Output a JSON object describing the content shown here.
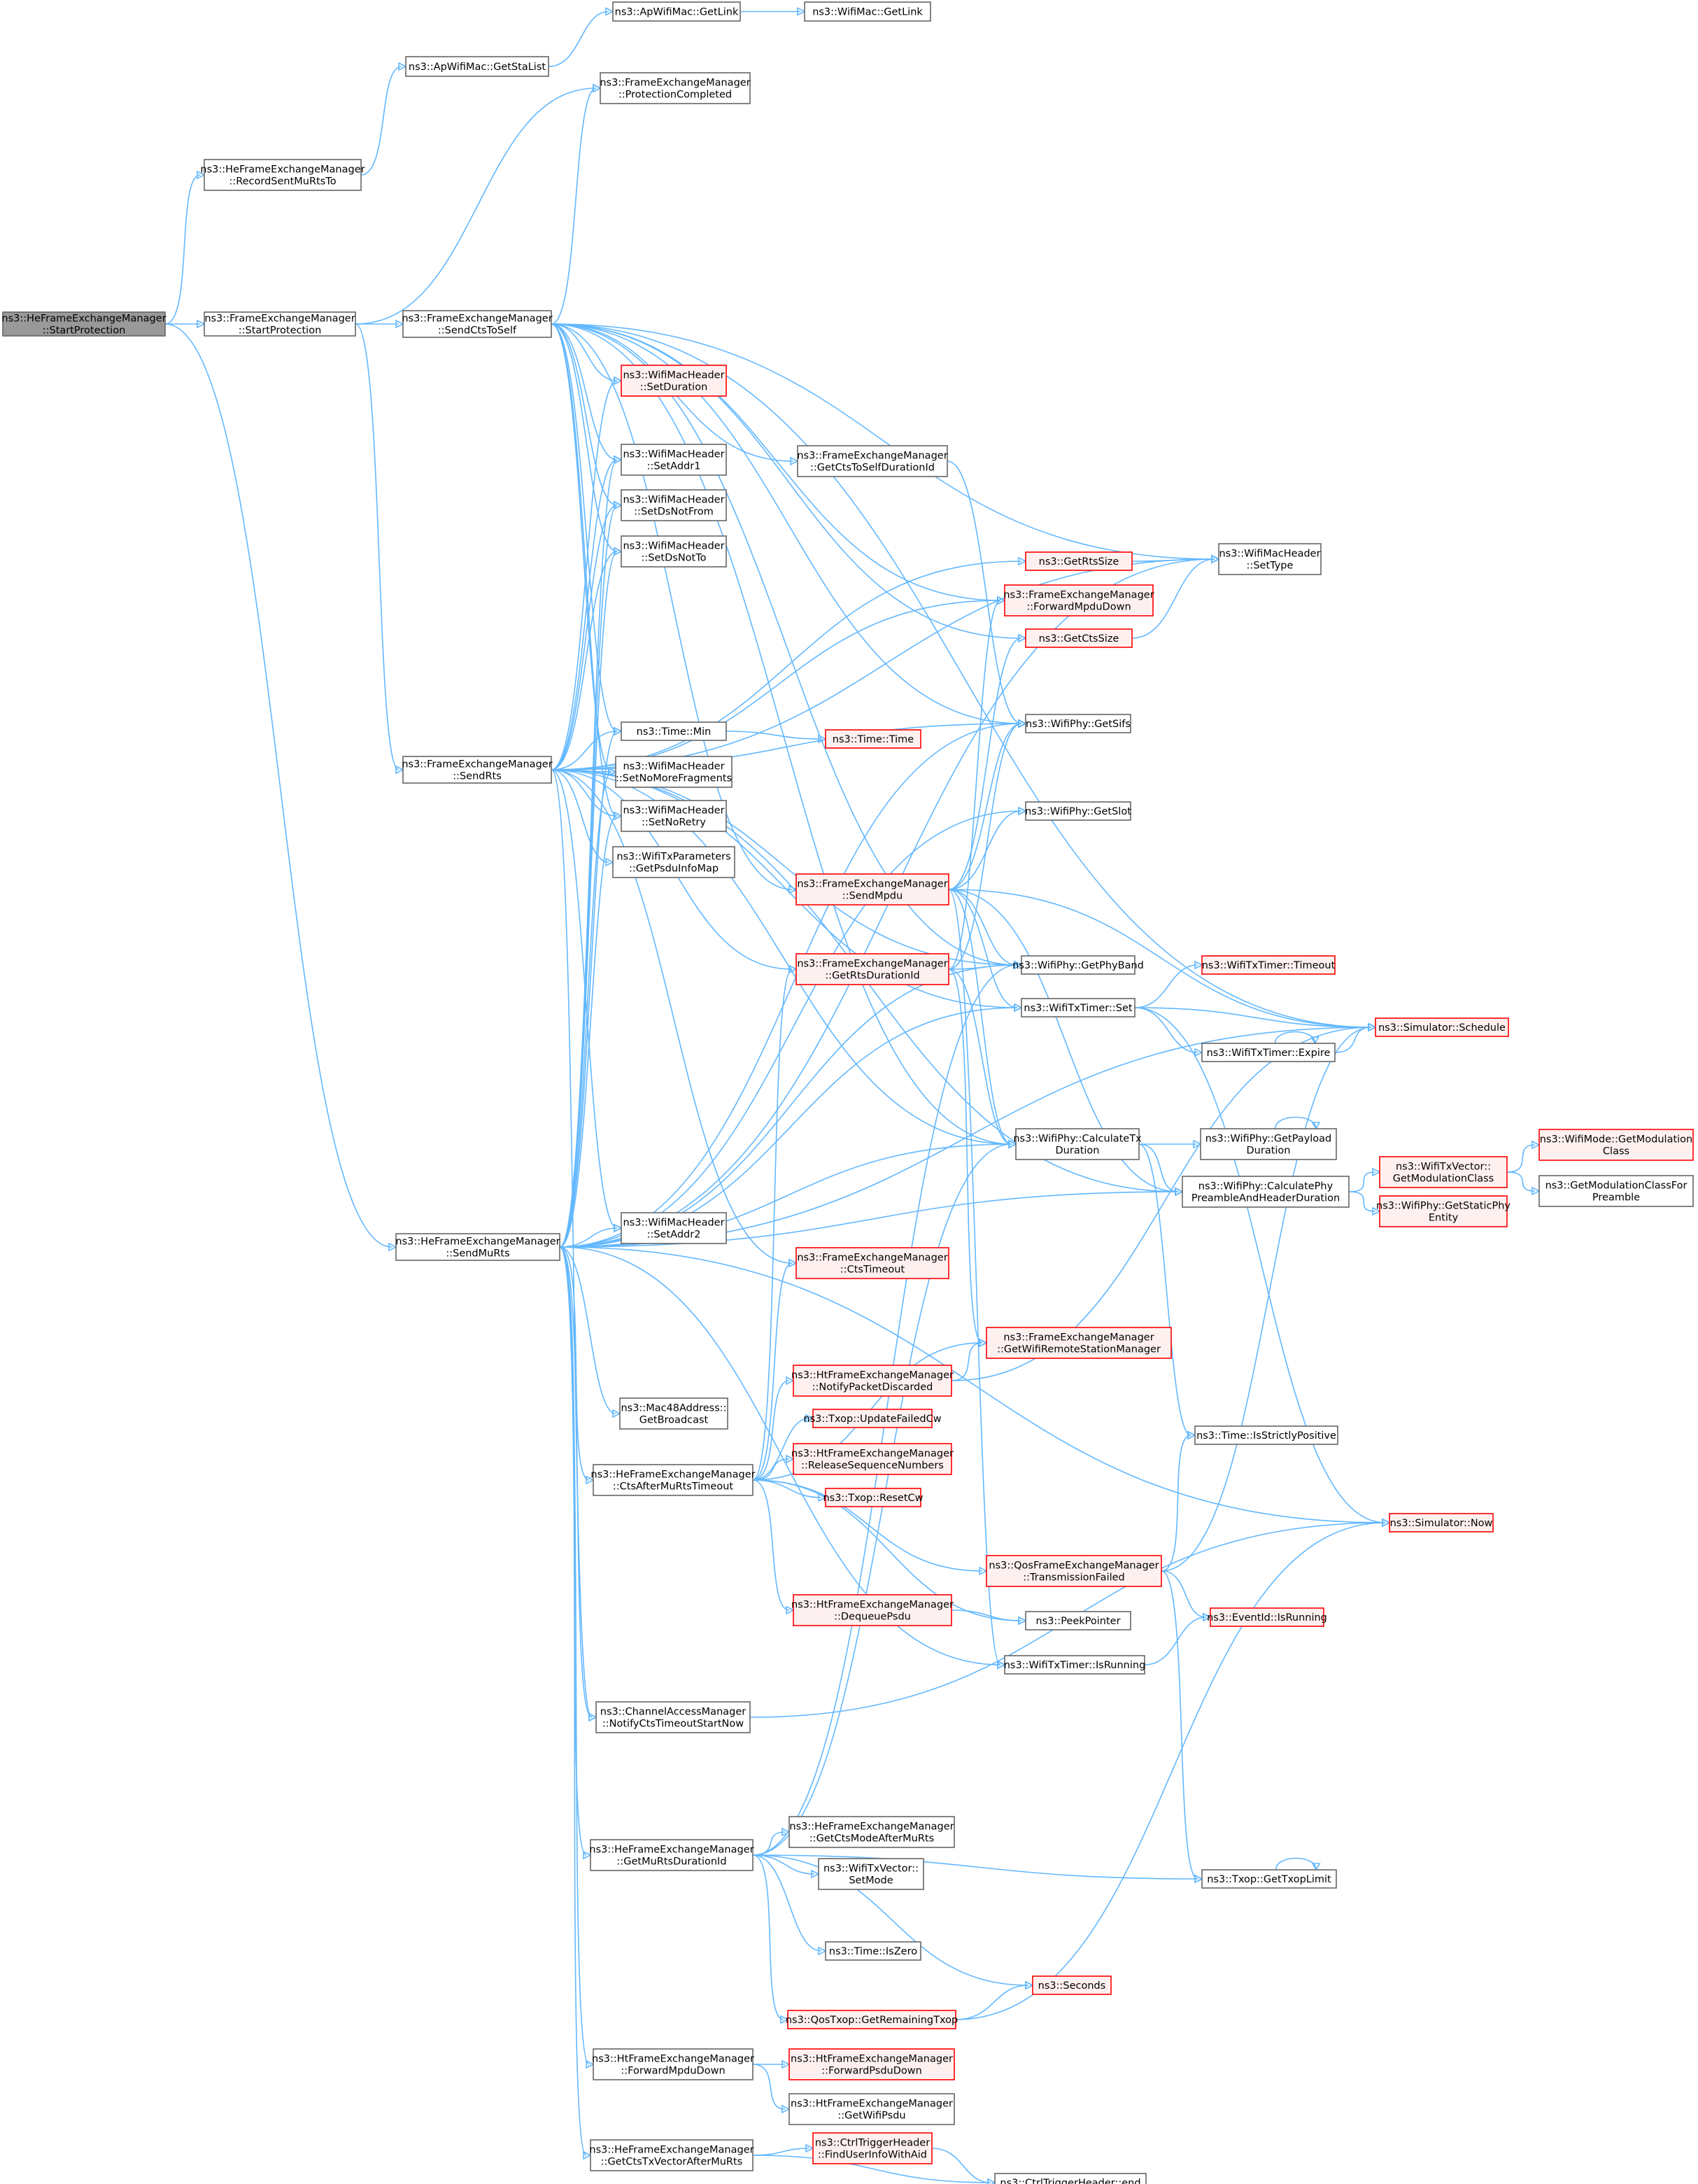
{
  "colors": {
    "edge": "#63b8ff",
    "node_border": "#666666",
    "node_fill": "#ffffff",
    "red_border": "#ff0000",
    "red_fill": "#fff0f0",
    "root_fill": "#999999",
    "root_border": "#666666"
  },
  "nodes": [
    {
      "id": "root",
      "lines": [
        "ns3::HeFrameExchangeManager",
        "::StartProtection"
      ],
      "style": "root"
    },
    {
      "id": "recordSent",
      "lines": [
        "ns3::HeFrameExchangeManager",
        "::RecordSentMuRtsTo"
      ],
      "style": "normal"
    },
    {
      "id": "getStaList",
      "lines": [
        "ns3::ApWifiMac::GetStaList"
      ],
      "style": "normal"
    },
    {
      "id": "apGetLink",
      "lines": [
        "ns3::ApWifiMac::GetLink"
      ],
      "style": "normal"
    },
    {
      "id": "wifiGetLink",
      "lines": [
        "ns3::WifiMac::GetLink"
      ],
      "style": "normal"
    },
    {
      "id": "femStartProt",
      "lines": [
        "ns3::FrameExchangeManager",
        "::StartProtection"
      ],
      "style": "normal"
    },
    {
      "id": "protCompleted",
      "lines": [
        "ns3::FrameExchangeManager",
        "::ProtectionCompleted"
      ],
      "style": "normal"
    },
    {
      "id": "sendCtsToSelf",
      "lines": [
        "ns3::FrameExchangeManager",
        "::SendCtsToSelf"
      ],
      "style": "normal"
    },
    {
      "id": "setDuration",
      "lines": [
        "ns3::WifiMacHeader",
        "::SetDuration"
      ],
      "style": "red"
    },
    {
      "id": "setAddr1",
      "lines": [
        "ns3::WifiMacHeader",
        "::SetAddr1"
      ],
      "style": "normal"
    },
    {
      "id": "setDsNotFrom",
      "lines": [
        "ns3::WifiMacHeader",
        "::SetDsNotFrom"
      ],
      "style": "normal"
    },
    {
      "id": "setDsNotTo",
      "lines": [
        "ns3::WifiMacHeader",
        "::SetDsNotTo"
      ],
      "style": "normal"
    },
    {
      "id": "getCtsToSelfDur",
      "lines": [
        "ns3::FrameExchangeManager",
        "::GetCtsToSelfDurationId"
      ],
      "style": "normal"
    },
    {
      "id": "getRtsSize",
      "lines": [
        "ns3::GetRtsSize"
      ],
      "style": "red"
    },
    {
      "id": "setType",
      "lines": [
        "ns3::WifiMacHeader",
        "::SetType"
      ],
      "style": "normal"
    },
    {
      "id": "fwdMpduDown",
      "lines": [
        "ns3::FrameExchangeManager",
        "::ForwardMpduDown"
      ],
      "style": "red"
    },
    {
      "id": "getCtsSize",
      "lines": [
        "ns3::GetCtsSize"
      ],
      "style": "red"
    },
    {
      "id": "sendRts",
      "lines": [
        "ns3::FrameExchangeManager",
        "::SendRts"
      ],
      "style": "normal"
    },
    {
      "id": "timeMin",
      "lines": [
        "ns3::Time::Min"
      ],
      "style": "normal"
    },
    {
      "id": "timeTime",
      "lines": [
        "ns3::Time::Time"
      ],
      "style": "red"
    },
    {
      "id": "getSifs",
      "lines": [
        "ns3::WifiPhy::GetSifs"
      ],
      "style": "normal"
    },
    {
      "id": "setNoMoreFrag",
      "lines": [
        "ns3::WifiMacHeader",
        "::SetNoMoreFragments"
      ],
      "style": "normal"
    },
    {
      "id": "getSlot",
      "lines": [
        "ns3::WifiPhy::GetSlot"
      ],
      "style": "normal"
    },
    {
      "id": "setNoRetry",
      "lines": [
        "ns3::WifiMacHeader",
        "::SetNoRetry"
      ],
      "style": "normal"
    },
    {
      "id": "getPsduInfoMap",
      "lines": [
        "ns3::WifiTxParameters",
        "::GetPsduInfoMap"
      ],
      "style": "normal"
    },
    {
      "id": "sendMpdu",
      "lines": [
        "ns3::FrameExchangeManager",
        "::SendMpdu"
      ],
      "style": "red"
    },
    {
      "id": "getRtsDurId",
      "lines": [
        "ns3::FrameExchangeManager",
        "::GetRtsDurationId"
      ],
      "style": "red"
    },
    {
      "id": "getPhyBand",
      "lines": [
        "ns3::WifiPhy::GetPhyBand"
      ],
      "style": "normal"
    },
    {
      "id": "timerTimeout",
      "lines": [
        "ns3::WifiTxTimer::Timeout"
      ],
      "style": "red"
    },
    {
      "id": "timerSet",
      "lines": [
        "ns3::WifiTxTimer::Set"
      ],
      "style": "normal"
    },
    {
      "id": "simSchedule",
      "lines": [
        "ns3::Simulator::Schedule"
      ],
      "style": "red"
    },
    {
      "id": "timerExpire",
      "lines": [
        "ns3::WifiTxTimer::Expire"
      ],
      "style": "normal"
    },
    {
      "id": "calcTxDur",
      "lines": [
        "ns3::WifiPhy::CalculateTx",
        "Duration"
      ],
      "style": "normal"
    },
    {
      "id": "getPayloadDur",
      "lines": [
        "ns3::WifiPhy::GetPayload",
        "Duration"
      ],
      "style": "normal"
    },
    {
      "id": "getModClassTxv",
      "lines": [
        "ns3::WifiTxVector::",
        "GetModulationClass"
      ],
      "style": "red"
    },
    {
      "id": "getModClassMode",
      "lines": [
        "ns3::WifiMode::GetModulation",
        "Class"
      ],
      "style": "red"
    },
    {
      "id": "getModClassForPre",
      "lines": [
        "ns3::GetModulationClassFor",
        "Preamble"
      ],
      "style": "normal"
    },
    {
      "id": "calcPhyPre",
      "lines": [
        "ns3::WifiPhy::CalculatePhy",
        "PreambleAndHeaderDuration"
      ],
      "style": "normal"
    },
    {
      "id": "getStaticPhy",
      "lines": [
        "ns3::WifiPhy::GetStaticPhy",
        "Entity"
      ],
      "style": "red"
    },
    {
      "id": "sendMuRts",
      "lines": [
        "ns3::HeFrameExchangeManager",
        "::SendMuRts"
      ],
      "style": "normal"
    },
    {
      "id": "setAddr2",
      "lines": [
        "ns3::WifiMacHeader",
        "::SetAddr2"
      ],
      "style": "normal"
    },
    {
      "id": "ctsTimeout",
      "lines": [
        "ns3::FrameExchangeManager",
        "::CtsTimeout"
      ],
      "style": "red"
    },
    {
      "id": "getWifiRSM",
      "lines": [
        "ns3::FrameExchangeManager",
        "::GetWifiRemoteStationManager"
      ],
      "style": "red"
    },
    {
      "id": "mac48Broadcast",
      "lines": [
        "ns3::Mac48Address::",
        "GetBroadcast"
      ],
      "style": "normal"
    },
    {
      "id": "htNotifyDiscard",
      "lines": [
        "ns3::HtFrameExchangeManager",
        "::NotifyPacketDiscarded"
      ],
      "style": "red"
    },
    {
      "id": "updFailedCw",
      "lines": [
        "ns3::Txop::UpdateFailedCw"
      ],
      "style": "red"
    },
    {
      "id": "isStrictlyPos",
      "lines": [
        "ns3::Time::IsStrictlyPositive"
      ],
      "style": "normal"
    },
    {
      "id": "ctsAfterMuRts",
      "lines": [
        "ns3::HeFrameExchangeManager",
        "::CtsAfterMuRtsTimeout"
      ],
      "style": "normal"
    },
    {
      "id": "htReleaseSeq",
      "lines": [
        "ns3::HtFrameExchangeManager",
        "::ReleaseSequenceNumbers"
      ],
      "style": "red"
    },
    {
      "id": "resetCw",
      "lines": [
        "ns3::Txop::ResetCw"
      ],
      "style": "red"
    },
    {
      "id": "simNow",
      "lines": [
        "ns3::Simulator::Now"
      ],
      "style": "red"
    },
    {
      "id": "qosTxFailed",
      "lines": [
        "ns3::QosFrameExchangeManager",
        "::TransmissionFailed"
      ],
      "style": "red"
    },
    {
      "id": "htDequeuePsdu",
      "lines": [
        "ns3::HtFrameExchangeManager",
        "::DequeuePsdu"
      ],
      "style": "red"
    },
    {
      "id": "eventIsRunning",
      "lines": [
        "ns3::EventId::IsRunning"
      ],
      "style": "red"
    },
    {
      "id": "peekPointer",
      "lines": [
        "ns3::PeekPointer"
      ],
      "style": "normal"
    },
    {
      "id": "timerIsRunning",
      "lines": [
        "ns3::WifiTxTimer::IsRunning"
      ],
      "style": "normal"
    },
    {
      "id": "notifyCtsTimeout",
      "lines": [
        "ns3::ChannelAccessManager",
        "::NotifyCtsTimeoutStartNow"
      ],
      "style": "normal"
    },
    {
      "id": "heGetCtsMode",
      "lines": [
        "ns3::HeFrameExchangeManager",
        "::GetCtsModeAfterMuRts"
      ],
      "style": "normal"
    },
    {
      "id": "getMuRtsDurId",
      "lines": [
        "ns3::HeFrameExchangeManager",
        "::GetMuRtsDurationId"
      ],
      "style": "normal"
    },
    {
      "id": "txvSetMode",
      "lines": [
        "ns3::WifiTxVector::",
        "SetMode"
      ],
      "style": "normal"
    },
    {
      "id": "getTxopLimit",
      "lines": [
        "ns3::Txop::GetTxopLimit"
      ],
      "style": "normal"
    },
    {
      "id": "timeIsZero",
      "lines": [
        "ns3::Time::IsZero"
      ],
      "style": "normal"
    },
    {
      "id": "seconds",
      "lines": [
        "ns3::Seconds"
      ],
      "style": "red"
    },
    {
      "id": "qosGetRemTxop",
      "lines": [
        "ns3::QosTxop::GetRemainingTxop"
      ],
      "style": "red"
    },
    {
      "id": "htFwdMpduDown",
      "lines": [
        "ns3::HtFrameExchangeManager",
        "::ForwardMpduDown"
      ],
      "style": "normal"
    },
    {
      "id": "htFwdPsduDown",
      "lines": [
        "ns3::HtFrameExchangeManager",
        "::ForwardPsduDown"
      ],
      "style": "red"
    },
    {
      "id": "htGetWifiPsdu",
      "lines": [
        "ns3::HtFrameExchangeManager",
        "::GetWifiPsdu"
      ],
      "style": "normal"
    },
    {
      "id": "heGetCtsTxv",
      "lines": [
        "ns3::HeFrameExchangeManager",
        "::GetCtsTxVectorAfterMuRts"
      ],
      "style": "normal"
    },
    {
      "id": "findUserInfo",
      "lines": [
        "ns3::CtrlTriggerHeader",
        "::FindUserInfoWithAid"
      ],
      "style": "red"
    },
    {
      "id": "ctrlEnd",
      "lines": [
        "ns3::CtrlTriggerHeader::end"
      ],
      "style": "normal"
    }
  ],
  "edges": [
    [
      "root",
      "recordSent"
    ],
    [
      "root",
      "femStartProt"
    ],
    [
      "root",
      "sendMuRts"
    ],
    [
      "recordSent",
      "getStaList"
    ],
    [
      "getStaList",
      "apGetLink"
    ],
    [
      "apGetLink",
      "wifiGetLink"
    ],
    [
      "femStartProt",
      "protCompleted"
    ],
    [
      "femStartProt",
      "sendCtsToSelf"
    ],
    [
      "femStartProt",
      "sendRts"
    ],
    [
      "sendCtsToSelf",
      "protCompleted"
    ],
    [
      "sendCtsToSelf",
      "setDuration"
    ],
    [
      "sendCtsToSelf",
      "setAddr1"
    ],
    [
      "sendCtsToSelf",
      "setDsNotFrom"
    ],
    [
      "sendCtsToSelf",
      "setDsNotTo"
    ],
    [
      "sendCtsToSelf",
      "getCtsToSelfDur"
    ],
    [
      "sendCtsToSelf",
      "setType"
    ],
    [
      "sendCtsToSelf",
      "fwdMpduDown"
    ],
    [
      "sendCtsToSelf",
      "getCtsSize"
    ],
    [
      "sendCtsToSelf",
      "timeMin"
    ],
    [
      "sendCtsToSelf",
      "setNoMoreFrag"
    ],
    [
      "sendCtsToSelf",
      "setNoRetry"
    ],
    [
      "sendCtsToSelf",
      "getSifs"
    ],
    [
      "sendCtsToSelf",
      "getPhyBand"
    ],
    [
      "sendCtsToSelf",
      "sendMpdu"
    ],
    [
      "sendCtsToSelf",
      "calcTxDur"
    ],
    [
      "sendCtsToSelf",
      "simSchedule"
    ],
    [
      "getCtsToSelfDur",
      "getSifs"
    ],
    [
      "getRtsSize",
      "setType"
    ],
    [
      "getCtsSize",
      "setType"
    ],
    [
      "sendRts",
      "setDuration"
    ],
    [
      "sendRts",
      "setAddr1"
    ],
    [
      "sendRts",
      "setDsNotFrom"
    ],
    [
      "sendRts",
      "setDsNotTo"
    ],
    [
      "sendRts",
      "getRtsSize"
    ],
    [
      "sendRts",
      "setType"
    ],
    [
      "sendRts",
      "fwdMpduDown"
    ],
    [
      "sendRts",
      "timeMin"
    ],
    [
      "sendRts",
      "setNoMoreFrag"
    ],
    [
      "sendRts",
      "getSifs"
    ],
    [
      "sendRts",
      "setNoRetry"
    ],
    [
      "sendRts",
      "getPsduInfoMap"
    ],
    [
      "sendRts",
      "getRtsDurId"
    ],
    [
      "sendRts",
      "getPhyBand"
    ],
    [
      "sendRts",
      "timerSet"
    ],
    [
      "sendRts",
      "calcTxDur"
    ],
    [
      "sendRts",
      "calcPhyPre"
    ],
    [
      "sendRts",
      "ctsTimeout"
    ],
    [
      "sendRts",
      "setAddr2"
    ],
    [
      "sendRts",
      "notifyCtsTimeout"
    ],
    [
      "timeMin",
      "timeTime"
    ],
    [
      "sendMpdu",
      "getSifs"
    ],
    [
      "sendMpdu",
      "getSlot"
    ],
    [
      "sendMpdu",
      "getPhyBand"
    ],
    [
      "sendMpdu",
      "timerSet"
    ],
    [
      "sendMpdu",
      "calcTxDur"
    ],
    [
      "sendMpdu",
      "calcPhyPre"
    ],
    [
      "sendMpdu",
      "simSchedule"
    ],
    [
      "sendMpdu",
      "timerIsRunning"
    ],
    [
      "sendMpdu",
      "getCtsSize"
    ],
    [
      "getRtsDurId",
      "getSifs"
    ],
    [
      "getRtsDurId",
      "getPhyBand"
    ],
    [
      "getRtsDurId",
      "calcTxDur"
    ],
    [
      "getRtsDurId",
      "getWifiRSM"
    ],
    [
      "getRtsDurId",
      "fwdMpduDown"
    ],
    [
      "timerSet",
      "timerTimeout"
    ],
    [
      "timerSet",
      "simSchedule"
    ],
    [
      "timerSet",
      "timerExpire"
    ],
    [
      "timerSet",
      "simNow"
    ],
    [
      "timerExpire",
      "simSchedule"
    ],
    [
      "timerExpire",
      "timerExpire"
    ],
    [
      "calcTxDur",
      "getPayloadDur"
    ],
    [
      "calcTxDur",
      "calcPhyPre"
    ],
    [
      "calcTxDur",
      "isStrictlyPos"
    ],
    [
      "getPayloadDur",
      "getPayloadDur"
    ],
    [
      "calcPhyPre",
      "getModClassTxv"
    ],
    [
      "calcPhyPre",
      "getStaticPhy"
    ],
    [
      "getModClassTxv",
      "getModClassMode"
    ],
    [
      "getModClassTxv",
      "getModClassForPre"
    ],
    [
      "sendMuRts",
      "setAddr1"
    ],
    [
      "sendMuRts",
      "setDsNotFrom"
    ],
    [
      "sendMuRts",
      "setDsNotTo"
    ],
    [
      "sendMuRts",
      "setAddr2"
    ],
    [
      "sendMuRts",
      "setNoRetry"
    ],
    [
      "sendMuRts",
      "setNoMoreFrag"
    ],
    [
      "sendMuRts",
      "timeMin"
    ],
    [
      "sendMuRts",
      "getSifs"
    ],
    [
      "sendMuRts",
      "getSlot"
    ],
    [
      "sendMuRts",
      "setType"
    ],
    [
      "sendMuRts",
      "getPhyBand"
    ],
    [
      "sendMuRts",
      "timerSet"
    ],
    [
      "sendMuRts",
      "calcTxDur"
    ],
    [
      "sendMuRts",
      "calcPhyPre"
    ],
    [
      "sendMuRts",
      "mac48Broadcast"
    ],
    [
      "sendMuRts",
      "ctsAfterMuRts"
    ],
    [
      "sendMuRts",
      "notifyCtsTimeout"
    ],
    [
      "sendMuRts",
      "getMuRtsDurId"
    ],
    [
      "sendMuRts",
      "htFwdMpduDown"
    ],
    [
      "sendMuRts",
      "heGetCtsTxv"
    ],
    [
      "sendMuRts",
      "simNow"
    ],
    [
      "sendMuRts",
      "timerIsRunning"
    ],
    [
      "sendMuRts",
      "simSchedule"
    ],
    [
      "ctsAfterMuRts",
      "htNotifyDiscard"
    ],
    [
      "ctsAfterMuRts",
      "updFailedCw"
    ],
    [
      "ctsAfterMuRts",
      "htReleaseSeq"
    ],
    [
      "ctsAfterMuRts",
      "resetCw"
    ],
    [
      "ctsAfterMuRts",
      "qosTxFailed"
    ],
    [
      "ctsAfterMuRts",
      "htDequeuePsdu"
    ],
    [
      "ctsAfterMuRts",
      "peekPointer"
    ],
    [
      "ctsAfterMuRts",
      "getWifiRSM"
    ],
    [
      "ctsAfterMuRts",
      "ctsTimeout"
    ],
    [
      "ctsAfterMuRts",
      "getRtsDurId"
    ],
    [
      "htNotifyDiscard",
      "getWifiRSM"
    ],
    [
      "htNotifyDiscard",
      "simSchedule"
    ],
    [
      "qosTxFailed",
      "eventIsRunning"
    ],
    [
      "qosTxFailed",
      "isStrictlyPos"
    ],
    [
      "qosTxFailed",
      "getTxopLimit"
    ],
    [
      "qosTxFailed",
      "simSchedule"
    ],
    [
      "htDequeuePsdu",
      "peekPointer"
    ],
    [
      "timerIsRunning",
      "eventIsRunning"
    ],
    [
      "notifyCtsTimeout",
      "simNow"
    ],
    [
      "getMuRtsDurId",
      "heGetCtsMode"
    ],
    [
      "getMuRtsDurId",
      "txvSetMode"
    ],
    [
      "getMuRtsDurId",
      "getTxopLimit"
    ],
    [
      "getMuRtsDurId",
      "timeIsZero"
    ],
    [
      "getMuRtsDurId",
      "seconds"
    ],
    [
      "getMuRtsDurId",
      "qosGetRemTxop"
    ],
    [
      "getMuRtsDurId",
      "calcTxDur"
    ],
    [
      "getMuRtsDurId",
      "getPhyBand"
    ],
    [
      "getTxopLimit",
      "getTxopLimit"
    ],
    [
      "qosGetRemTxop",
      "seconds"
    ],
    [
      "qosGetRemTxop",
      "simNow"
    ],
    [
      "htFwdMpduDown",
      "htFwdPsduDown"
    ],
    [
      "htFwdMpduDown",
      "htGetWifiPsdu"
    ],
    [
      "heGetCtsTxv",
      "findUserInfo"
    ],
    [
      "heGetCtsTxv",
      "ctrlEnd"
    ],
    [
      "findUserInfo",
      "ctrlEnd"
    ]
  ]
}
